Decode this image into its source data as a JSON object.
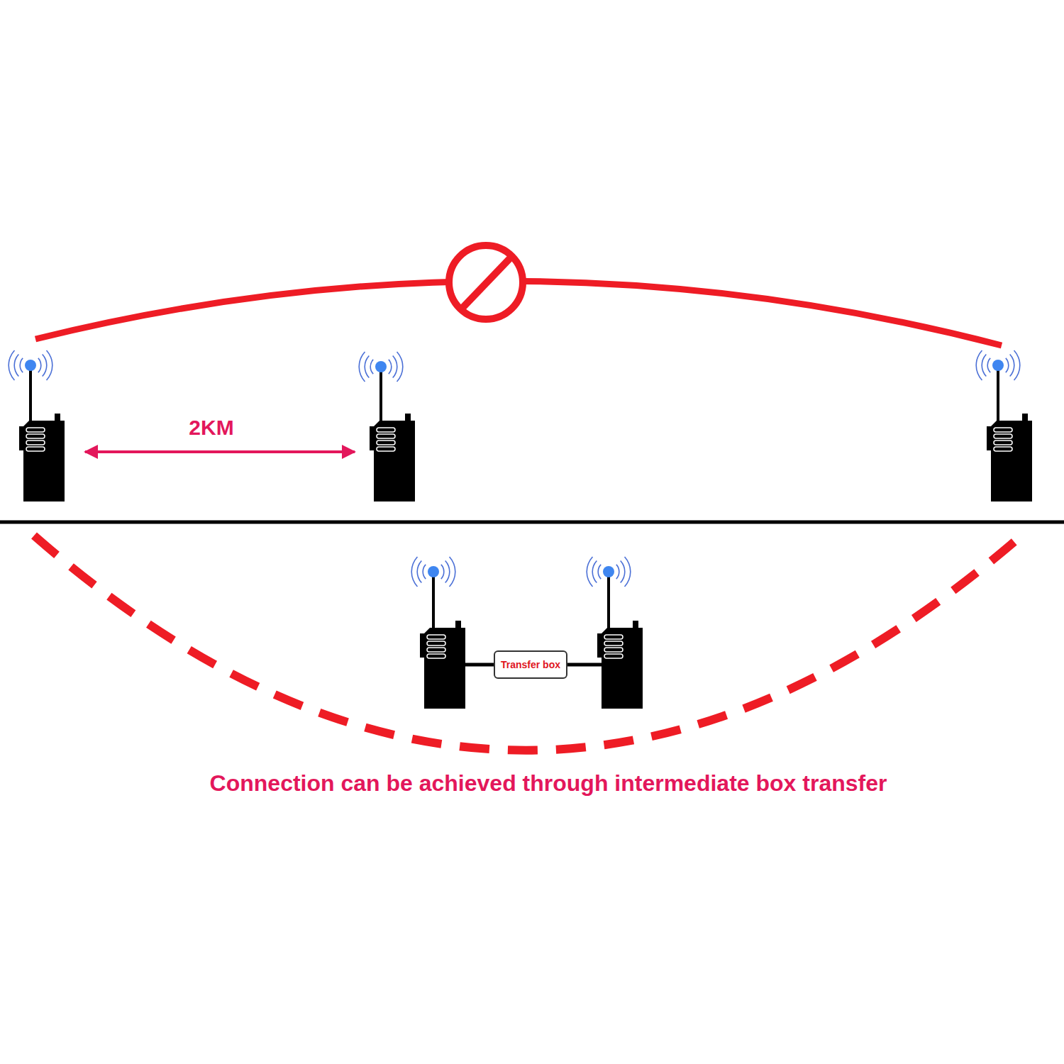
{
  "diagram": {
    "caption": "Connection can be achieved through intermediate box transfer",
    "nodes": [
      {
        "text": [
          "Transfer box"
        ]
      }
    ],
    "labels": [
      "2KM"
    ]
  }
}
